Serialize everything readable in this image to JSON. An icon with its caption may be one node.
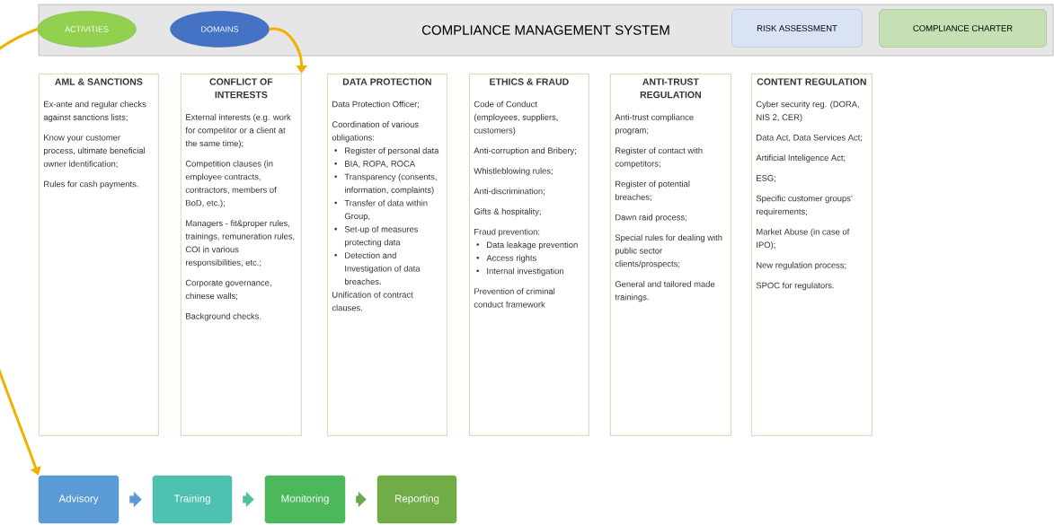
{
  "diagram": {
    "nodes": [
      {
        "text": [
          "COMPLIANCE MANAGEMENT SYSTEM"
        ]
      },
      {
        "text": [
          "ACTIVITIES"
        ],
        "in": 0
      },
      {
        "text": [
          "DOMAINS"
        ],
        "in": 0
      },
      {
        "text": [
          "RISK ASSESSMENT"
        ],
        "in": 0
      },
      {
        "text": [
          "COMPLIANCE CHARTER"
        ],
        "in": 0
      },
      {
        "text": [
          "AML & SANCTIONS",
          "Ex-ante and regular checks against sanctions lists;",
          "Know your customer process, ultimate beneficial owner identification;",
          "Rules for cash payments."
        ]
      },
      {
        "text": [
          "CONFLICT OF INTERESTS",
          "External interests (e.g. work for competitor or a client at the same time);",
          "Competition clauses (in employee contracts, contractors, members of BoD, etc.);",
          "Managers - fit&proper rules, trainings, remuneration rules, COI in various responsibilities, etc.;",
          "Corporate governance, chinese walls;",
          "Background checks."
        ]
      },
      {
        "text": [
          "DATA PROTECTION",
          "Data Protection Officer;",
          "Coordination of various obligations:",
          "Register of personal data",
          "BIA, ROPA, ROCA",
          "Transparency (consents, information, complaints)",
          "Transfer of data within Group,",
          "Set-up of measures protecting data",
          "Detection and Investigation of data breaches.",
          "Unification of contract clauses."
        ]
      },
      {
        "text": [
          "ETHICS & FRAUD",
          "Code of Conduct (employees, suppliers, customers)",
          "Anti-corruption and Bribery;",
          "Whistleblowing rules;",
          "Anti-discrimination;",
          "Gifts & hospitality;",
          "Fraud prevention:",
          "Data leakage prevention",
          "Access rights",
          "Internal investigation",
          "Prevention of criminal conduct framework"
        ]
      },
      {
        "text": [
          "ANTI-TRUST REGULATION",
          "Anti-trust compliance program;",
          "Register of contact with competitors;",
          "Register of potential breaches;",
          "Dawn raid process;",
          "Special rules for dealing with public sector clients/prospects;",
          "General and tailored made trainings."
        ]
      },
      {
        "text": [
          "CONTENT REGULATION",
          "Cyber security reg. (DORA, NIS 2, CER)",
          "Data Act, Data Services Act;",
          "Artificial Inteligence Act;",
          "ESG;",
          "Specific customer groups’ requirements;",
          "Market Abuse (in case of IPO);",
          "New regulation process;",
          "SPOC for regulators."
        ]
      },
      {
        "text": [
          "Advisory"
        ]
      },
      {
        "text": [
          "Training"
        ]
      },
      {
        "text": [
          "Monitoring"
        ]
      },
      {
        "text": [
          "Reporting"
        ]
      }
    ],
    "edges": [
      {
        "from": 1,
        "to": 11,
        "arrow": "to",
        "color": "#f2b100"
      },
      {
        "from": 2,
        "to": 6,
        "arrow": "to",
        "color": "#f2b100"
      },
      {
        "from": 11,
        "to": 12,
        "arrow": "to",
        "color": "#5b9bd5"
      },
      {
        "from": 12,
        "to": 13,
        "arrow": "to",
        "color": "#4fc1a0"
      },
      {
        "from": 13,
        "to": 14,
        "arrow": "to",
        "color": "#6aa84f"
      }
    ]
  }
}
